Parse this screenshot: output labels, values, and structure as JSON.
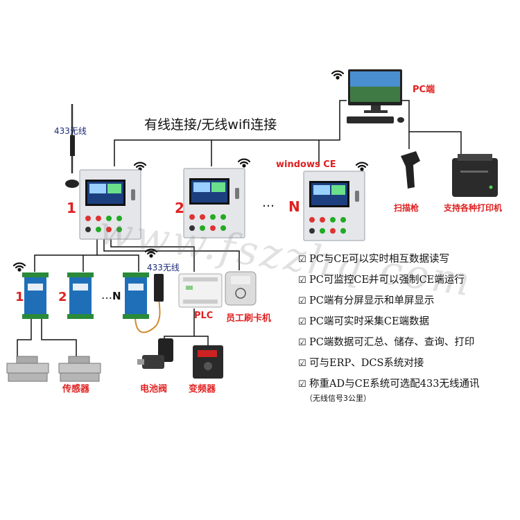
{
  "title": "有线连接/无线wifi连接",
  "antenna_label": "433无线",
  "antenna_label2": "433无线",
  "pc_label": "PC端",
  "ce_label": "windows CE",
  "scanner_label": "扫描枪",
  "printer_label": "支持各种打印机",
  "cabinet_numbers": [
    "1",
    "2",
    "N"
  ],
  "ellipsis": "…",
  "module_labels": [
    "1",
    "2",
    "N"
  ],
  "module_ellipsis": "…",
  "plc_label": "PLC",
  "card_reader_label": "员工刷卡机",
  "sensor_label": "传感器",
  "valve_label": "电池阀",
  "inverter_label": "变频器",
  "watermark": "www.fszzhq.com",
  "features": [
    "PC与CE可以实时相互数据读写",
    "PC可监控CE并可以强制CE端运行",
    "PC端有分屏显示和单屏显示",
    "PC端可实时采集CE端数据",
    "PC端数据可汇总、储存、查询、打印",
    "可与ERP、DCS系统对接",
    "称重AD与CE系统可选配433无线通讯"
  ],
  "feature_note": "（无线信号3公里）",
  "check_glyph": "☑",
  "colors": {
    "accent_red": "#e02020",
    "cabinet": "#e4e6e9",
    "module_blue": "#1f6fb8"
  }
}
